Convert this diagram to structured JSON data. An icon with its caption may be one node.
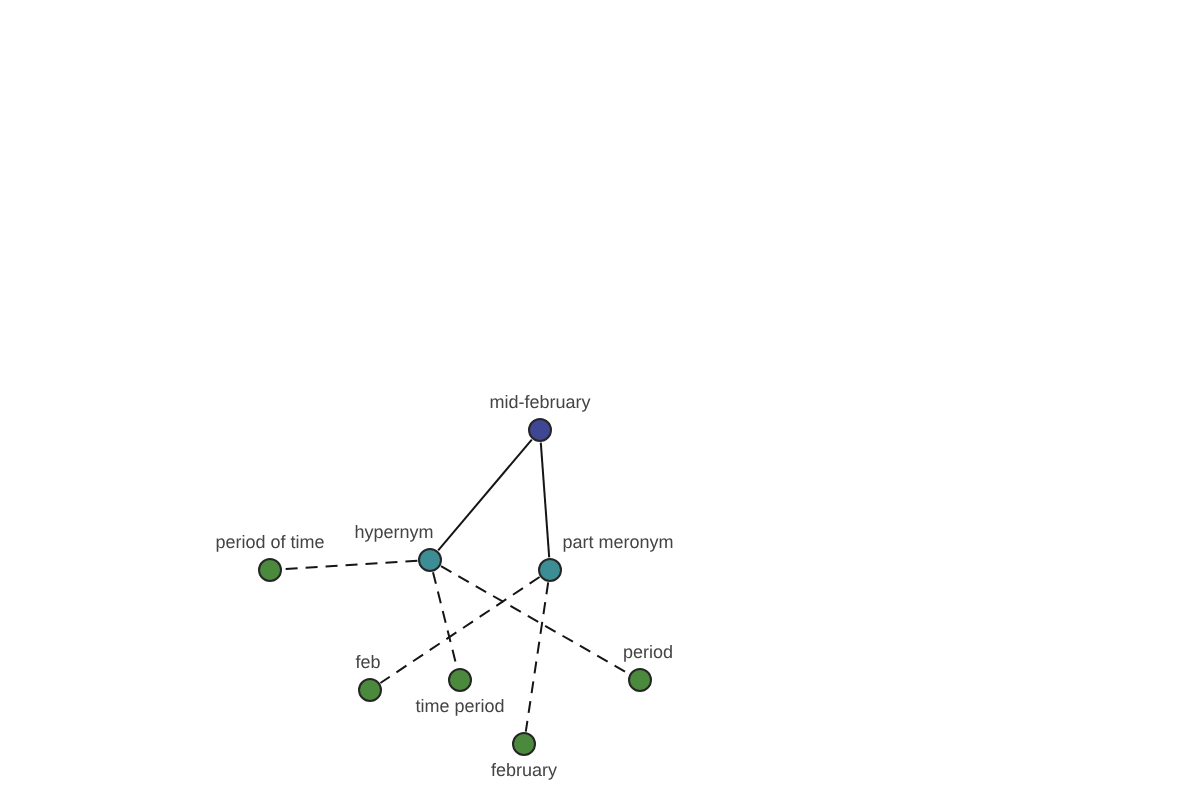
{
  "diagram": {
    "nodes": [
      {
        "text": [
          "mid-february"
        ]
      },
      {
        "text": [
          "hypernym"
        ]
      },
      {
        "text": [
          "part meronym"
        ]
      },
      {
        "text": [
          "period of time"
        ]
      },
      {
        "text": [
          "feb"
        ]
      },
      {
        "text": [
          "time period"
        ]
      },
      {
        "text": [
          "period"
        ]
      },
      {
        "text": [
          "february"
        ]
      }
    ],
    "edges": [
      {
        "from": 0,
        "to": 1,
        "arrow": "none"
      },
      {
        "from": 0,
        "to": 2,
        "arrow": "none"
      },
      {
        "from": 1,
        "to": 3,
        "arrow": "none",
        "style": "dashed"
      },
      {
        "from": 1,
        "to": 5,
        "arrow": "none",
        "style": "dashed"
      },
      {
        "from": 1,
        "to": 6,
        "arrow": "none",
        "style": "dashed"
      },
      {
        "from": 2,
        "to": 4,
        "arrow": "none",
        "style": "dashed"
      },
      {
        "from": 2,
        "to": 7,
        "arrow": "none",
        "style": "dashed"
      }
    ]
  }
}
